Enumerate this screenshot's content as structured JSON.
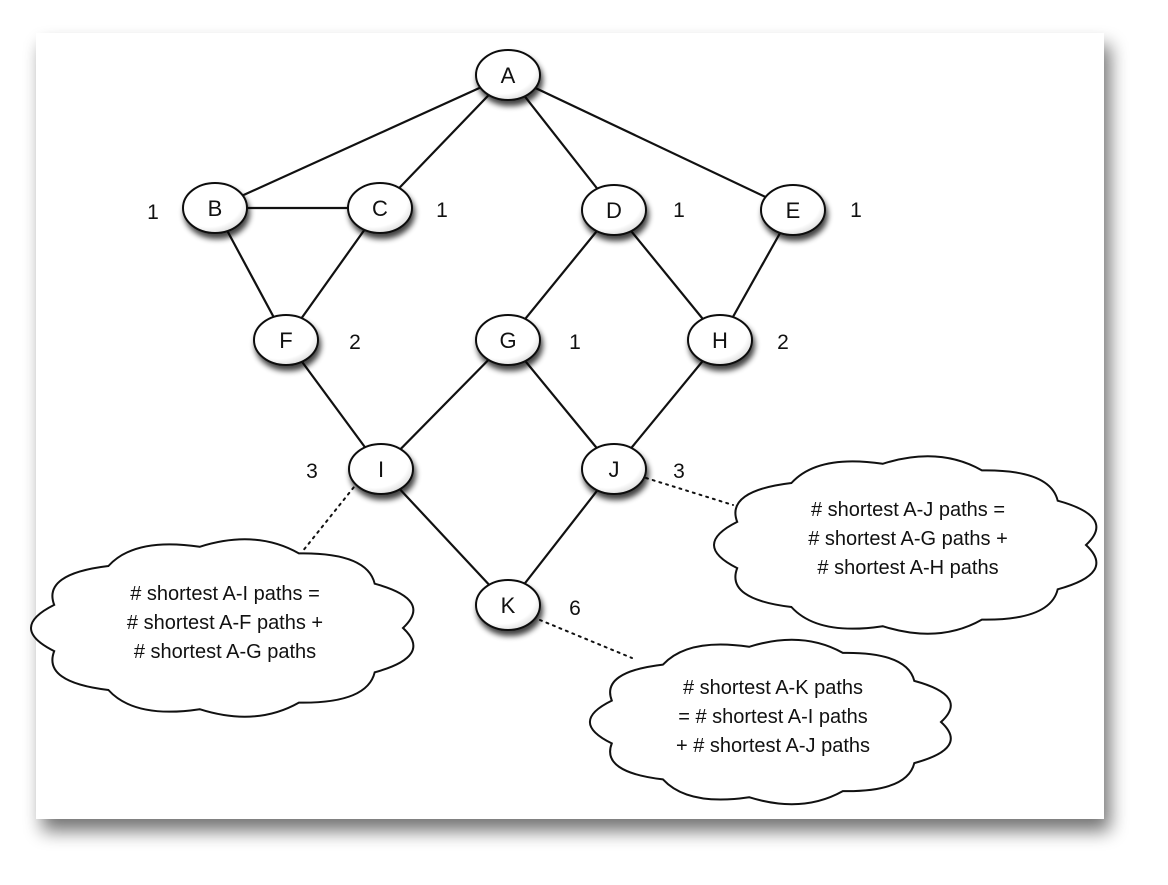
{
  "nodes": [
    {
      "id": "A",
      "label": "A",
      "count": ""
    },
    {
      "id": "B",
      "label": "B",
      "count": "1"
    },
    {
      "id": "C",
      "label": "C",
      "count": "1"
    },
    {
      "id": "D",
      "label": "D",
      "count": "1"
    },
    {
      "id": "E",
      "label": "E",
      "count": "1"
    },
    {
      "id": "F",
      "label": "F",
      "count": "2"
    },
    {
      "id": "G",
      "label": "G",
      "count": "1"
    },
    {
      "id": "H",
      "label": "H",
      "count": "2"
    },
    {
      "id": "I",
      "label": "I",
      "count": "3"
    },
    {
      "id": "J",
      "label": "J",
      "count": "3"
    },
    {
      "id": "K",
      "label": "K",
      "count": "6"
    }
  ],
  "edges": [
    [
      "A",
      "B"
    ],
    [
      "A",
      "C"
    ],
    [
      "A",
      "D"
    ],
    [
      "A",
      "E"
    ],
    [
      "B",
      "C"
    ],
    [
      "B",
      "F"
    ],
    [
      "C",
      "F"
    ],
    [
      "D",
      "G"
    ],
    [
      "D",
      "H"
    ],
    [
      "E",
      "H"
    ],
    [
      "F",
      "I"
    ],
    [
      "G",
      "I"
    ],
    [
      "G",
      "J"
    ],
    [
      "H",
      "J"
    ],
    [
      "I",
      "K"
    ],
    [
      "J",
      "K"
    ]
  ],
  "callouts": [
    {
      "id": "I",
      "lines": [
        "# shortest A-I paths =",
        "# shortest A-F paths +",
        "# shortest A-G paths"
      ]
    },
    {
      "id": "J",
      "lines": [
        "# shortest A-J paths =",
        "# shortest A-G paths +",
        "# shortest A-H paths"
      ]
    },
    {
      "id": "K",
      "lines": [
        "# shortest A-K paths",
        "= # shortest A-I paths",
        "+ # shortest A-J paths"
      ]
    }
  ]
}
